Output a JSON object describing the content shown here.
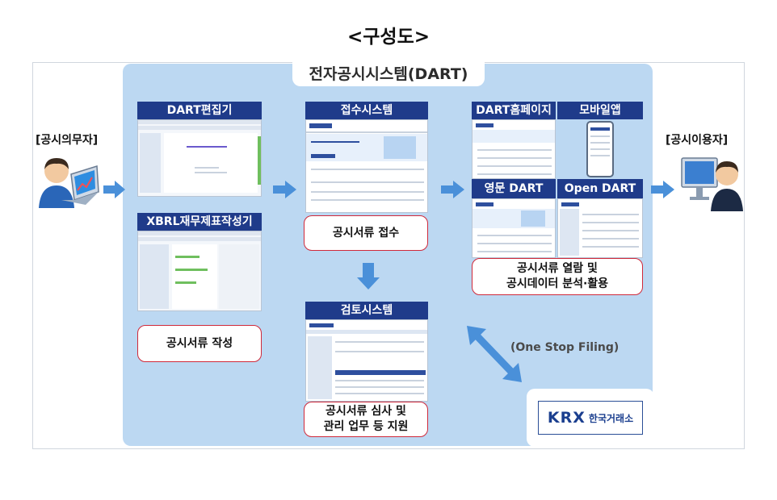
{
  "title": "<구성도>",
  "system_title": "전자공시시스템(DART)",
  "actors": {
    "left": "[공시의무자]",
    "right": "[공시이용자]"
  },
  "modules": {
    "editor": "DART편집기",
    "xbrl": "XBRL재무제표작성기",
    "receive": "접수시스템",
    "review": "검토시스템",
    "homepage": "DART홈페이지",
    "mobile": "모바일앱",
    "english": "영문 DART",
    "open": "Open DART"
  },
  "captions": {
    "write": "공시서류 작성",
    "receive": "공시서류 접수",
    "review": [
      "공시서류 심사 및",
      "관리 업무 등 지원"
    ],
    "use": [
      "공시서류 열람 및",
      "공시데이터 분석·활용"
    ]
  },
  "one_stop": "(One Stop Filing)",
  "krx": {
    "logo": "KRX",
    "name": "한국거래소"
  },
  "colors": {
    "panel": "#bcd8f2",
    "header": "#1f3b8a",
    "arrow": "#4a90d9",
    "caption_border": "#d0293a"
  }
}
